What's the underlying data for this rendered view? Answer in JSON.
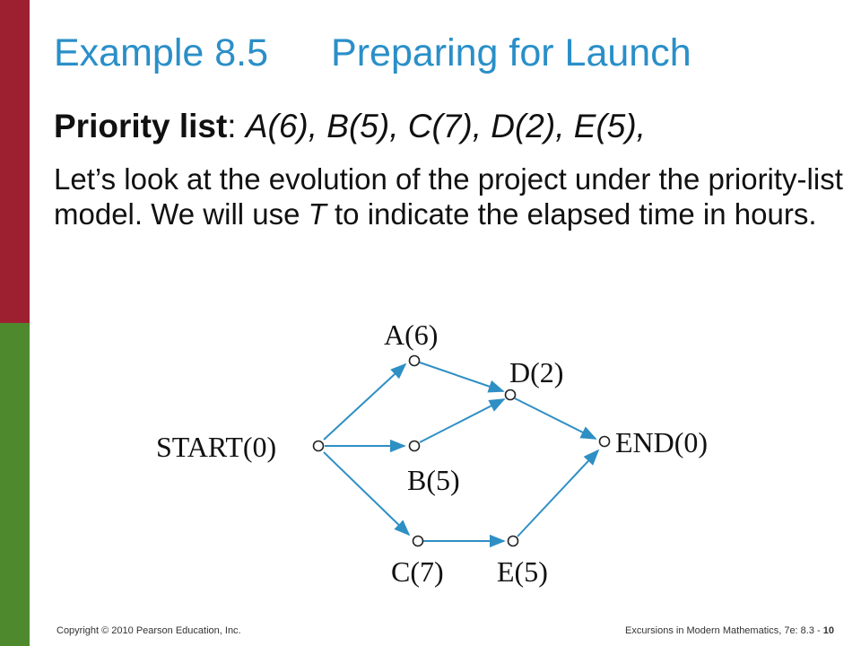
{
  "slide": {
    "title_prefix": "Example 8.5",
    "title_text": "Preparing for Launch",
    "priority_label": "Priority list",
    "priority_colon": ":",
    "priority_items": [
      "A(6), B(5), C(7), D(2), E(5),"
    ],
    "body_part1": "Let’s look at the evolution of the project under the priority-list model. We will use ",
    "body_italic": "T",
    "body_part2": " to indicate the elapsed time in hours."
  },
  "diagram": {
    "nodes": {
      "start": "START(0)",
      "a": "A(6)",
      "b": "B(5)",
      "c": "C(7)",
      "d": "D(2)",
      "e": "E(5)",
      "end": "END(0)"
    },
    "edge_color": "#2e8fc4"
  },
  "footer": {
    "copyright": "Copyright © 2010 Pearson Education, Inc.",
    "book": "Excursions in Modern Mathematics, 7e: 8.3 - ",
    "page": "10"
  },
  "colors": {
    "title": "#2a8fc8",
    "bar_top": "#9c2030",
    "bar_bottom": "#4e8a2d"
  }
}
